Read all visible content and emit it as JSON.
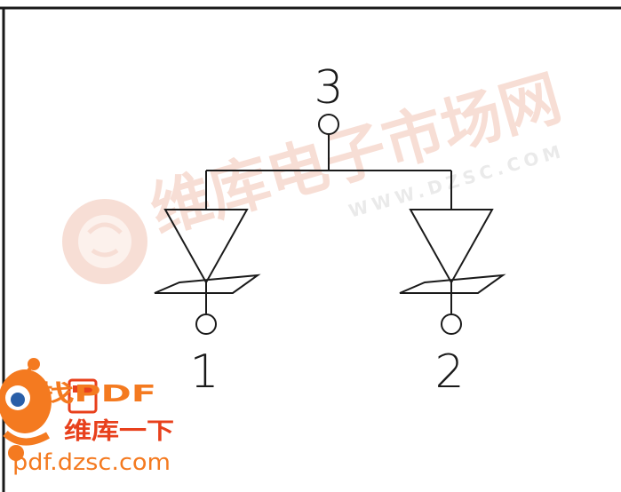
{
  "diagram": {
    "type": "dual-diode-common-cathode-symbol",
    "pins": [
      {
        "number": "3",
        "role": "common"
      },
      {
        "number": "1",
        "role": "output"
      },
      {
        "number": "2",
        "role": "output"
      }
    ]
  },
  "watermark": {
    "brand_cn": "维库电子市场网",
    "brand_url": "WWW.DZSC.COM"
  },
  "badge": {
    "line1": "找PDF",
    "line2": "维库一下",
    "url": "pdf.dzsc.com"
  },
  "colors": {
    "line": "#1a1a1a",
    "watermark": "#f2c4b4",
    "badge_orange": "#f47a20",
    "badge_red": "#e8401c"
  }
}
